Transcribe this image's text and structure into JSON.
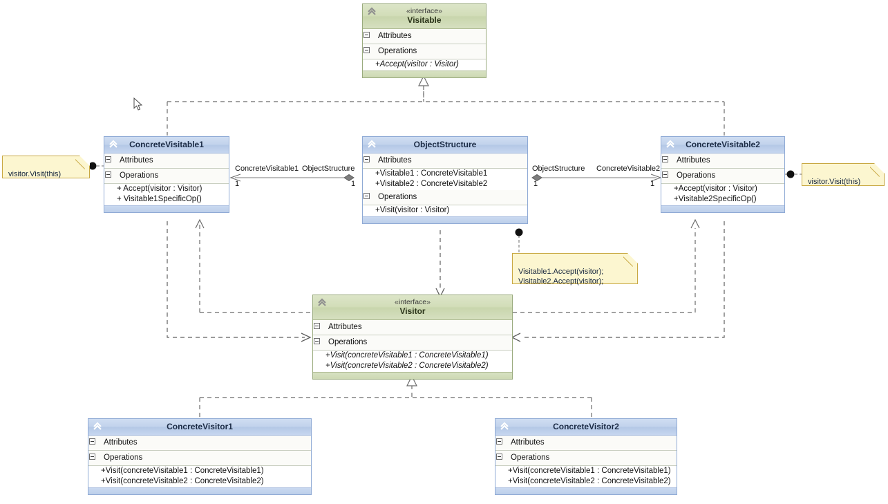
{
  "diagram": {
    "title": "Visitor design pattern UML class diagram",
    "colors": {
      "class_header": "#c2d3ec",
      "class_border": "#8faad5",
      "interface_header": "#d2ddb8",
      "interface_border": "#9aab7e",
      "note_fill": "#fcf6d0",
      "note_border": "#c8a843",
      "edge": "#6b6b6b",
      "canvas": "#ffffff"
    },
    "classes": [
      {
        "id": "visitable",
        "kind": "interface",
        "stereotype": "«interface»",
        "name": "Visitable",
        "attributes_label": "Attributes",
        "operations_label": "Operations",
        "attributes": [],
        "operations": [
          "+Accept(visitor : Visitor)"
        ]
      },
      {
        "id": "concreteVisitable1",
        "kind": "class",
        "stereotype": "",
        "name": "ConcreteVisitable1",
        "attributes_label": "Attributes",
        "operations_label": "Operations",
        "attributes": [],
        "operations": [
          "+ Accept(visitor : Visitor)",
          "+ Visitable1SpecificOp()"
        ]
      },
      {
        "id": "objectStructure",
        "kind": "class",
        "stereotype": "",
        "name": "ObjectStructure",
        "attributes_label": "Attributes",
        "operations_label": "Operations",
        "attributes": [
          "+Visitable1 : ConcreteVisitable1",
          "+Visitable2 : ConcreteVisitable2"
        ],
        "operations": [
          "+Visit(visitor : Visitor)"
        ]
      },
      {
        "id": "concreteVisitable2",
        "kind": "class",
        "stereotype": "",
        "name": "ConcreteVisitable2",
        "attributes_label": "Attributes",
        "operations_label": "Operations",
        "attributes": [],
        "operations": [
          "+Accept(visitor : Visitor)",
          "+Visitable2SpecificOp()"
        ]
      },
      {
        "id": "visitor",
        "kind": "interface",
        "stereotype": "«interface»",
        "name": "Visitor",
        "attributes_label": "Attributes",
        "operations_label": "Operations",
        "attributes": [],
        "operations": [
          "+Visit(concreteVisitable1 : ConcreteVisitable1)",
          "+Visit(concreteVisitable2 : ConcreteVisitable2)"
        ]
      },
      {
        "id": "concreteVisitor1",
        "kind": "class",
        "stereotype": "",
        "name": "ConcreteVisitor1",
        "attributes_label": "Attributes",
        "operations_label": "Operations",
        "attributes": [],
        "operations": [
          "+Visit(concreteVisitable1 : ConcreteVisitable1)",
          "+Visit(concreteVisitable2 : ConcreteVisitable2)"
        ]
      },
      {
        "id": "concreteVisitor2",
        "kind": "class",
        "stereotype": "",
        "name": "ConcreteVisitor2",
        "attributes_label": "Attributes",
        "operations_label": "Operations",
        "attributes": [],
        "operations": [
          "+Visit(concreteVisitable1 : ConcreteVisitable1)",
          "+Visit(concreteVisitable2 : ConcreteVisitable2)"
        ]
      }
    ],
    "notes": [
      {
        "id": "note-left",
        "text": "visitor.Visit(this)"
      },
      {
        "id": "note-right",
        "text": "visitor.Visit(this)"
      },
      {
        "id": "note-center",
        "text": "Visitable1.Accept(visitor);\nVisitable2.Accept(visitor);"
      }
    ],
    "association_labels": {
      "left_source": "ConcreteVisitable1",
      "left_target": "ObjectStructure",
      "left_source_mult": "1",
      "left_target_mult": "1",
      "right_source": "ObjectStructure",
      "right_target": "ConcreteVisitable2",
      "right_source_mult": "1",
      "right_target_mult": "1"
    }
  }
}
